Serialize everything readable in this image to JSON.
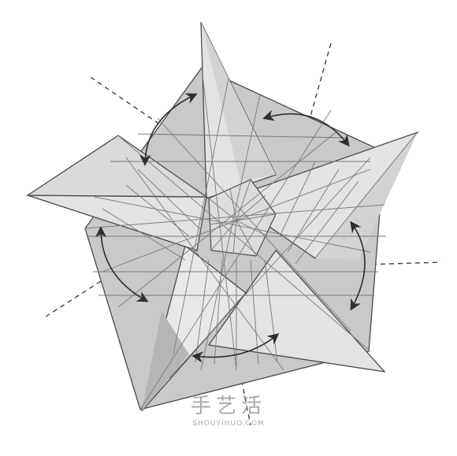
{
  "diagram": {
    "kind": "origami-crease-pattern",
    "colors": {
      "pentagon_fill": "#c9c9c9",
      "flap_fill": "#e3e3e3",
      "flap_shadow": "#b3b3b3",
      "center_fill": "#dcdcdc",
      "line": "#4a4a4a",
      "crease": "#7a7a7a",
      "arrow": "#2e2e2e"
    },
    "icons": [
      "curved-double-arrow",
      "dashed-fold-line"
    ]
  },
  "watermark": {
    "title": "手艺活",
    "domain": "SHOUYIHUO.COM"
  }
}
